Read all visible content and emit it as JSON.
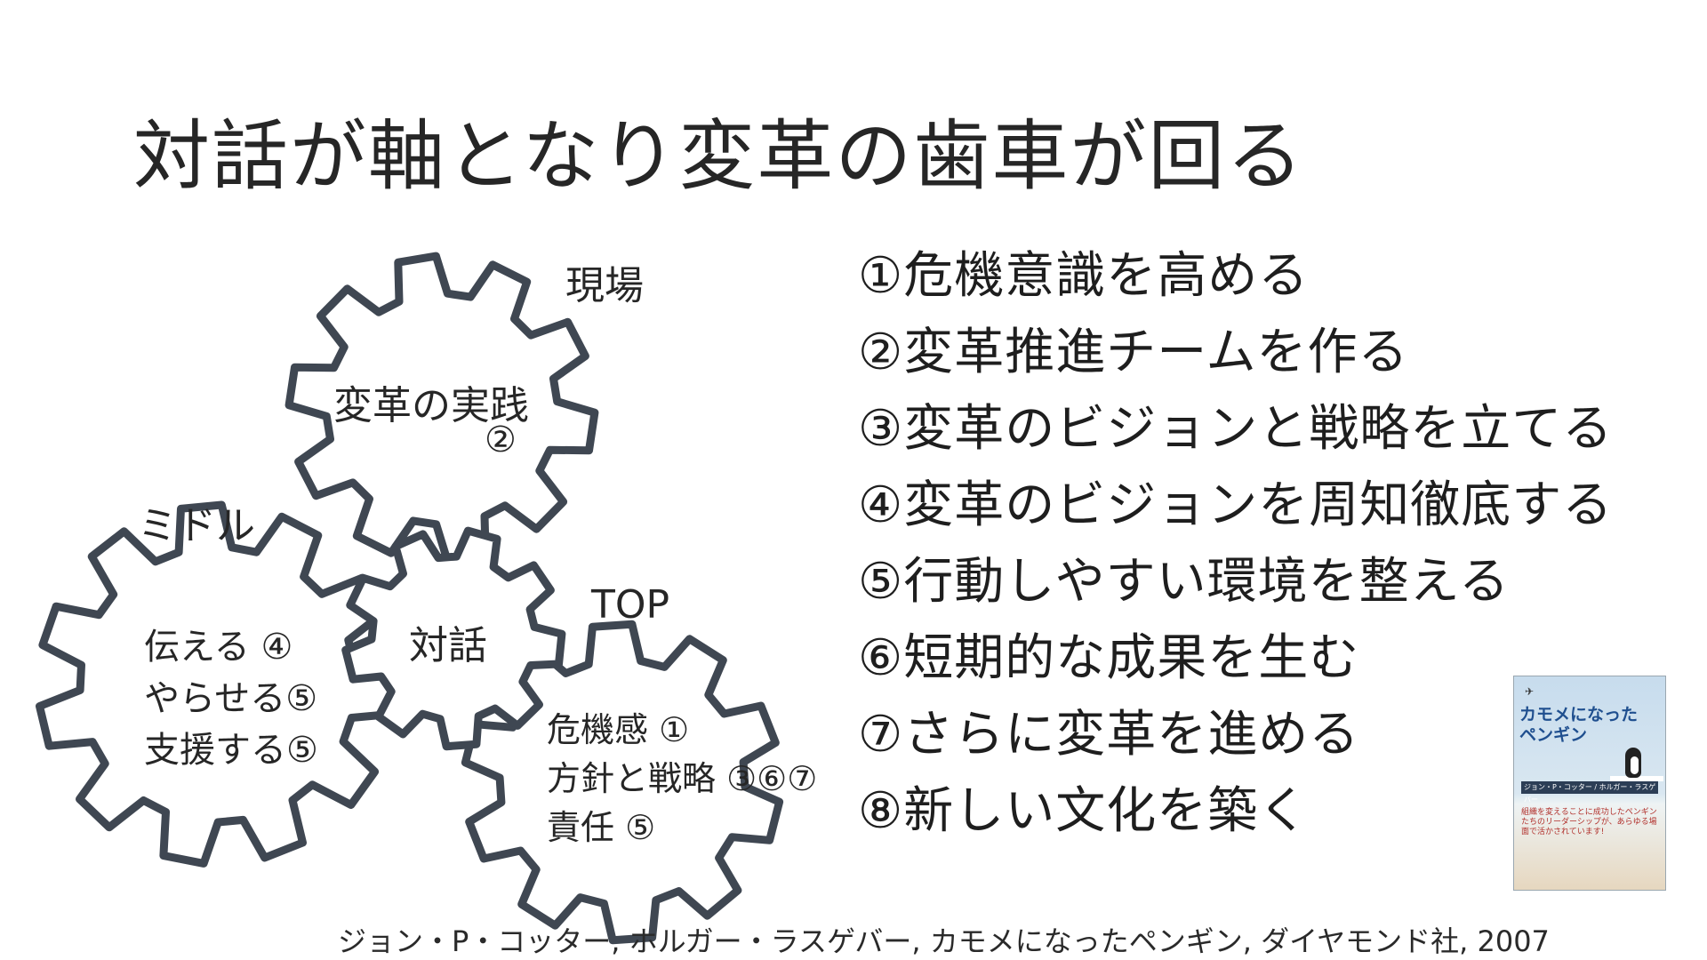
{
  "title": "対話が軸となり変革の歯車が回る",
  "gears": {
    "top_gear": {
      "group_label": "現場",
      "text": "変革の実践",
      "number": "②"
    },
    "center_gear": {
      "text": "対話"
    },
    "left_gear": {
      "group_label": "ミドル",
      "lines": [
        "伝える ④",
        "やらせる⑤",
        "支援する⑤"
      ]
    },
    "right_gear": {
      "group_label": "TOP",
      "lines": [
        "危機感 ①",
        "方針と戦略 ③⑥⑦",
        "責任 ⑤"
      ]
    }
  },
  "steps": [
    "①危機意識を高める",
    "②変革推進チームを作る",
    "③変革のビジョンと戦略を立てる",
    "④変革のビジョンを周知徹底する",
    "⑤行動しやすい環境を整える",
    "⑥短期的な成果を生む",
    "⑦さらに変革を進める",
    "⑧新しい文化を築く"
  ],
  "book": {
    "title_line1": "カモメになった",
    "title_line2": "ペンギン",
    "author_bar": "ジョン・P・コッター / ホルガー・ラスゲバー",
    "subtitle": "組織を変えることに成功したペンギンたちのリーダーシップが、あらゆる場面で活かされています!"
  },
  "citation": "ジョン・P・コッター, ホルガー・ラスゲバー, カモメになったペンギン, ダイヤモンド社, 2007",
  "colors": {
    "gear_stroke": "#3f4752",
    "text": "#262626",
    "book_title": "#1f4f8f"
  }
}
